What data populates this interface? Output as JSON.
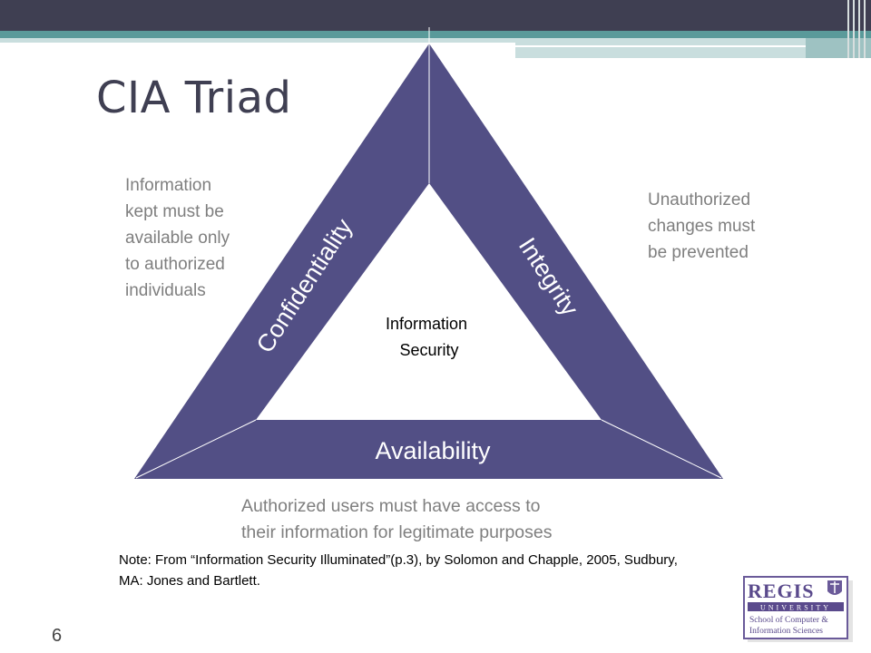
{
  "slide": {
    "title": "CIA Triad",
    "page_number": "6"
  },
  "triangle": {
    "sides": {
      "left": "Confidentiality",
      "right": "Integrity",
      "bottom": "Availability"
    },
    "center": [
      "Information",
      "Security"
    ],
    "fill_color": "#524f85"
  },
  "descriptions": {
    "confidentiality": [
      "Information",
      "kept must be",
      "available only",
      "to authorized",
      "individuals"
    ],
    "integrity": [
      "Unauthorized",
      "changes must",
      "be prevented"
    ],
    "availability": [
      "Authorized users must have access to",
      "their information for legitimate purposes"
    ]
  },
  "note": {
    "line1": "Note: From “Information Security Illuminated”(p.3), by Solomon and Chapple, 2005, Sudbury,",
    "line2": "MA: Jones and Bartlett."
  },
  "logo": {
    "name": "REGIS",
    "line2": "UNIVERSITY",
    "line3": "School of Computer &",
    "line4": "Information Sciences"
  }
}
